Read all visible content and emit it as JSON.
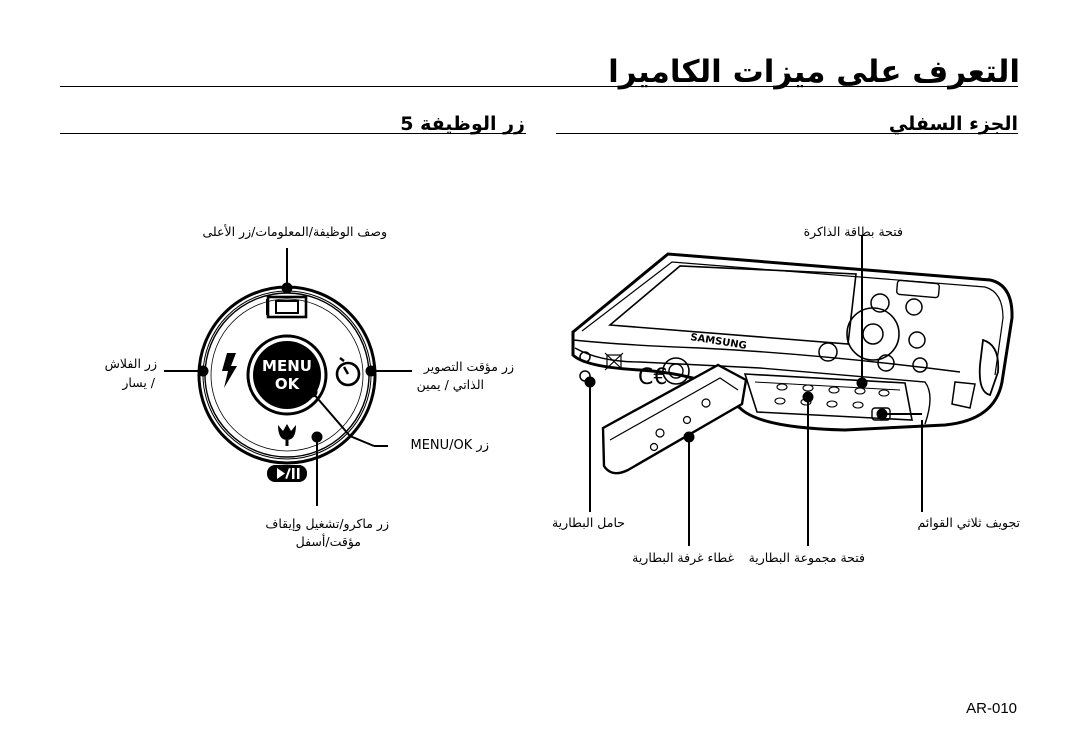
{
  "header": {
    "title": "التعرف على ميزات الكاميرا"
  },
  "sections": {
    "bottom": {
      "title": "الجزء السفلي"
    },
    "button5": {
      "title": "زر الوظيفة 5"
    }
  },
  "dial_labels": {
    "top": "وصف الوظيفة/المعلومات/زر الأعلى",
    "left_line1": "زر الفلاش",
    "left_line2": "/ يسار",
    "right_line1": "زر مؤقت التصوير",
    "right_line2": "الذاتي / يمين",
    "center": "زر MENU/OK",
    "bottom_line1": "زر ماكرو/تشغيل وإيقاف",
    "bottom_line2": "مؤقت/أسفل"
  },
  "dial_button": {
    "line1": "MENU",
    "line2": "OK"
  },
  "camera_labels": {
    "battery_chamber_cover": "فتحة بطاقة الذاكرة",
    "battery_holder": "حامل البطارية",
    "battery_compartment_cover": "غطاء غرفة البطارية",
    "battery_chamber": "فتحة مجموعة البطارية",
    "tripod_socket": "تجويف ثلاثي القوائم"
  },
  "footer": {
    "page_number": "AR-010"
  }
}
